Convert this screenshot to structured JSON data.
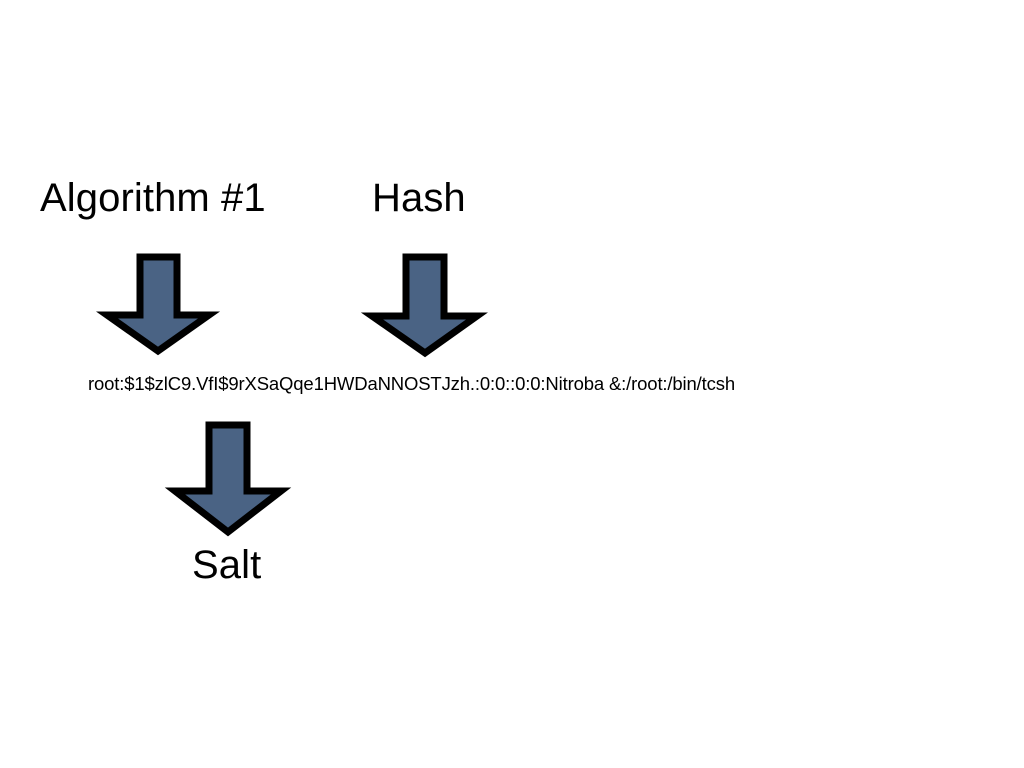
{
  "slide": {
    "background_color": "#ffffff",
    "text_color": "#000000",
    "arrow_fill_color": "#4a6384",
    "arrow_outline_color": "#000000"
  },
  "labels": {
    "algorithm": "Algorithm #1",
    "hash": "Hash",
    "salt": "Salt"
  },
  "shadow_entry": {
    "full_line": "root:$1$zlC9.VfI$9rXSaQqe1HWDaNNOSTJzh.:0:0::0:0:Nitroba &:/root:/bin/tcsh",
    "username": "root",
    "algorithm_id": "$1$",
    "salt": "zlC9.VfI",
    "hash": "9rXSaQqe1HWDaNNOSTJzh.",
    "uid": "0",
    "gid": "0",
    "gecos": "Nitroba &",
    "home": "/root",
    "shell": "/bin/tcsh"
  },
  "arrows": [
    {
      "name": "algorithm-arrow",
      "direction": "down",
      "points_to": "algorithm_id"
    },
    {
      "name": "hash-arrow",
      "direction": "down",
      "points_to": "hash"
    },
    {
      "name": "salt-arrow",
      "direction": "down",
      "points_to": "salt"
    }
  ]
}
